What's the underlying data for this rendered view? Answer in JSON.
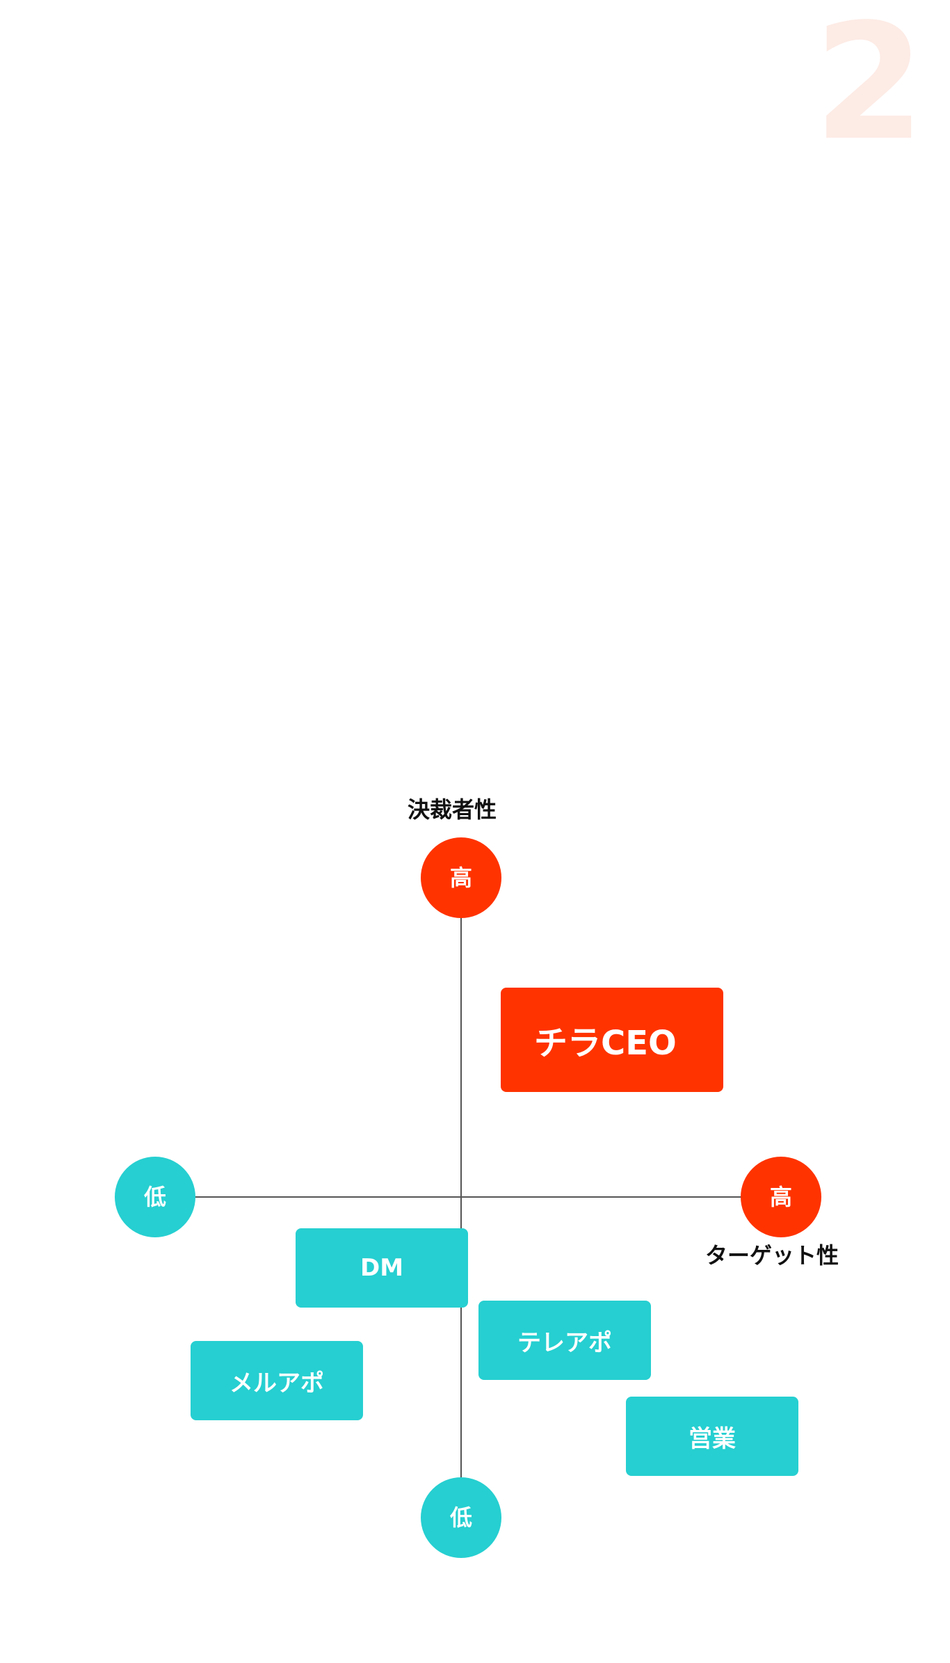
{
  "page_number": "2",
  "diagram": {
    "vertical_axis": {
      "title": "決裁者性",
      "high_label": "高",
      "low_label": "低"
    },
    "horizontal_axis": {
      "title": "ターゲット性",
      "high_label": "高",
      "low_label": "低"
    },
    "items": [
      {
        "label": "チラCEO",
        "highlight": true
      },
      {
        "label": "DM",
        "highlight": false
      },
      {
        "label": "テレアポ",
        "highlight": false
      },
      {
        "label": "メルアポ",
        "highlight": false
      },
      {
        "label": "営業",
        "highlight": false
      }
    ]
  },
  "colors": {
    "accent": "#ff3300",
    "secondary": "#26cfd1",
    "page_number": "#fdebe5",
    "axis": "#555555"
  }
}
